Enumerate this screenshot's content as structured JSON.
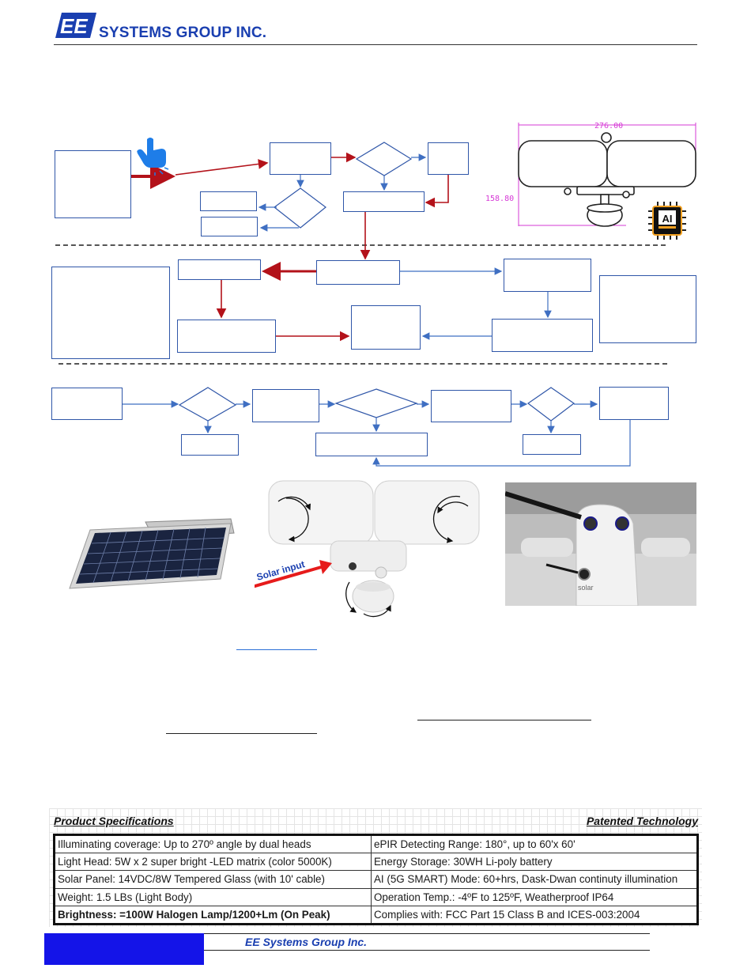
{
  "header": {
    "logo_text": "EE",
    "company_name": "SYSTEMS GROUP INC."
  },
  "dimensions": {
    "width_label": "276.00",
    "height_label": "158.80"
  },
  "chip_badge": {
    "label": "AI"
  },
  "photos": {
    "solar_input_label": "Solar input",
    "port_label": "solar"
  },
  "specs": {
    "title": "Product Specifications",
    "subtitle": "Patented Technology",
    "rows": [
      [
        "Illuminating coverage: Up to 270º angle by dual heads",
        "ePIR Detecting Range: 180°, up to 60'x 60'"
      ],
      [
        "Light Head: 5W x 2 super bright -LED matrix (color 5000K)",
        "Energy Storage: 30WH Li-poly battery"
      ],
      [
        "Solar Panel: 14VDC/8W Tempered Glass (with 10' cable)",
        "AI (5G SMART) Mode: 60+hrs, Dask-Dwan continuty illumination"
      ],
      [
        "Weight: 1.5 LBs (Light Body)",
        "Operation Temp.: -4ºF to 125ºF, Weatherproof IP64"
      ],
      [
        "Brightness: =100W Halogen Lamp/1200+Lm (On Peak)",
        "Complies with: FCC Part 15 Class B and ICES-003:2004"
      ]
    ]
  },
  "footer": {
    "company": "EE Systems Group Inc."
  }
}
